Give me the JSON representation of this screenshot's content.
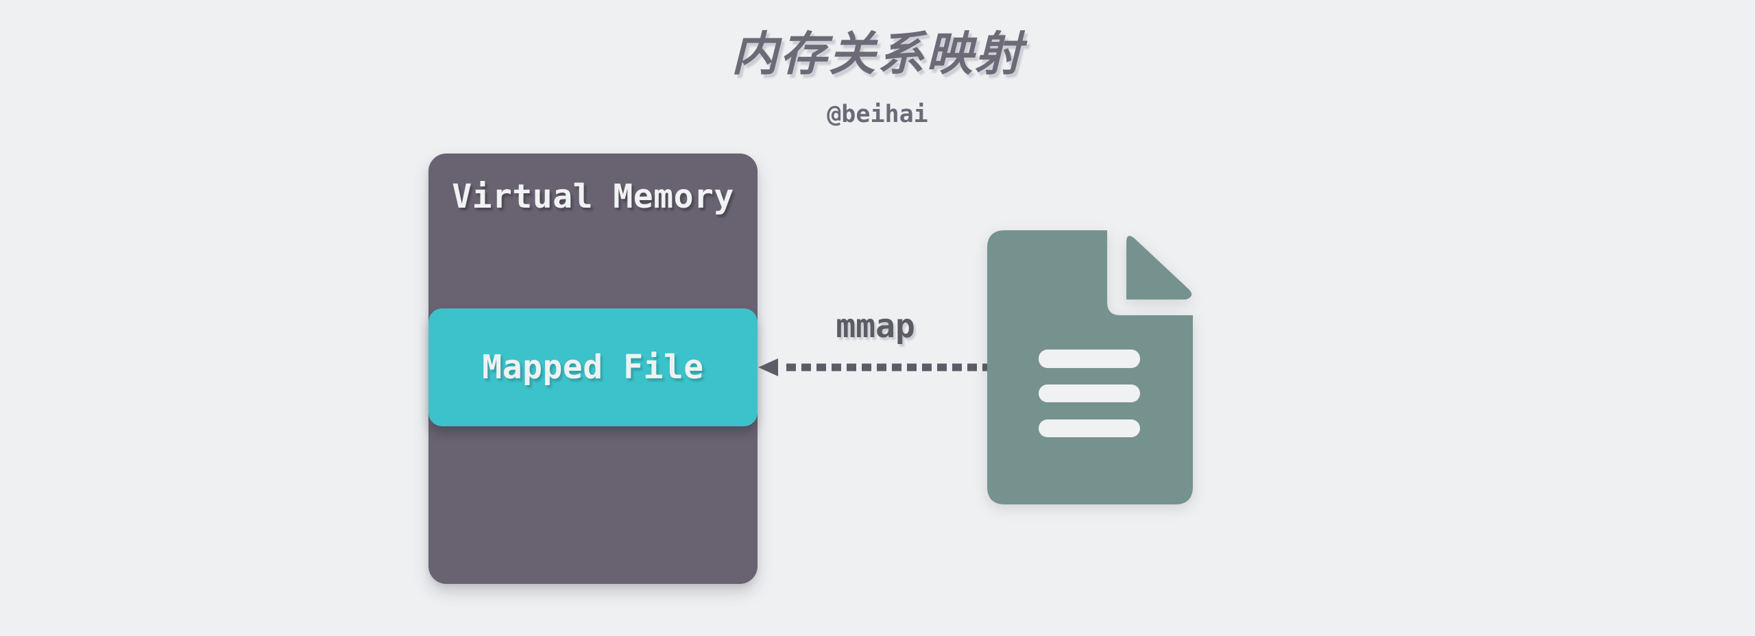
{
  "title": "内存关系映射",
  "author": "@beihai",
  "colors": {
    "background": "#eef0f2",
    "title_text": "#6b6a76",
    "vm_box": "#686271",
    "mapped_box": "#3cc2ca",
    "box_text": "#f1f2f3",
    "arrow_color": "#5c5b66",
    "file_icon": "#76928f",
    "file_icon_lines": "#eff1f3"
  },
  "virtual_memory": {
    "label": "Virtual Memory"
  },
  "mapped_file": {
    "label": "Mapped File"
  },
  "arrow": {
    "label": "mmap",
    "style": "dashed",
    "direction": "left",
    "from": "file-document-icon",
    "to": "mapped-file-block"
  },
  "icons": {
    "file_document": "file-document-icon",
    "arrow": "dashed-arrow-left-icon"
  }
}
